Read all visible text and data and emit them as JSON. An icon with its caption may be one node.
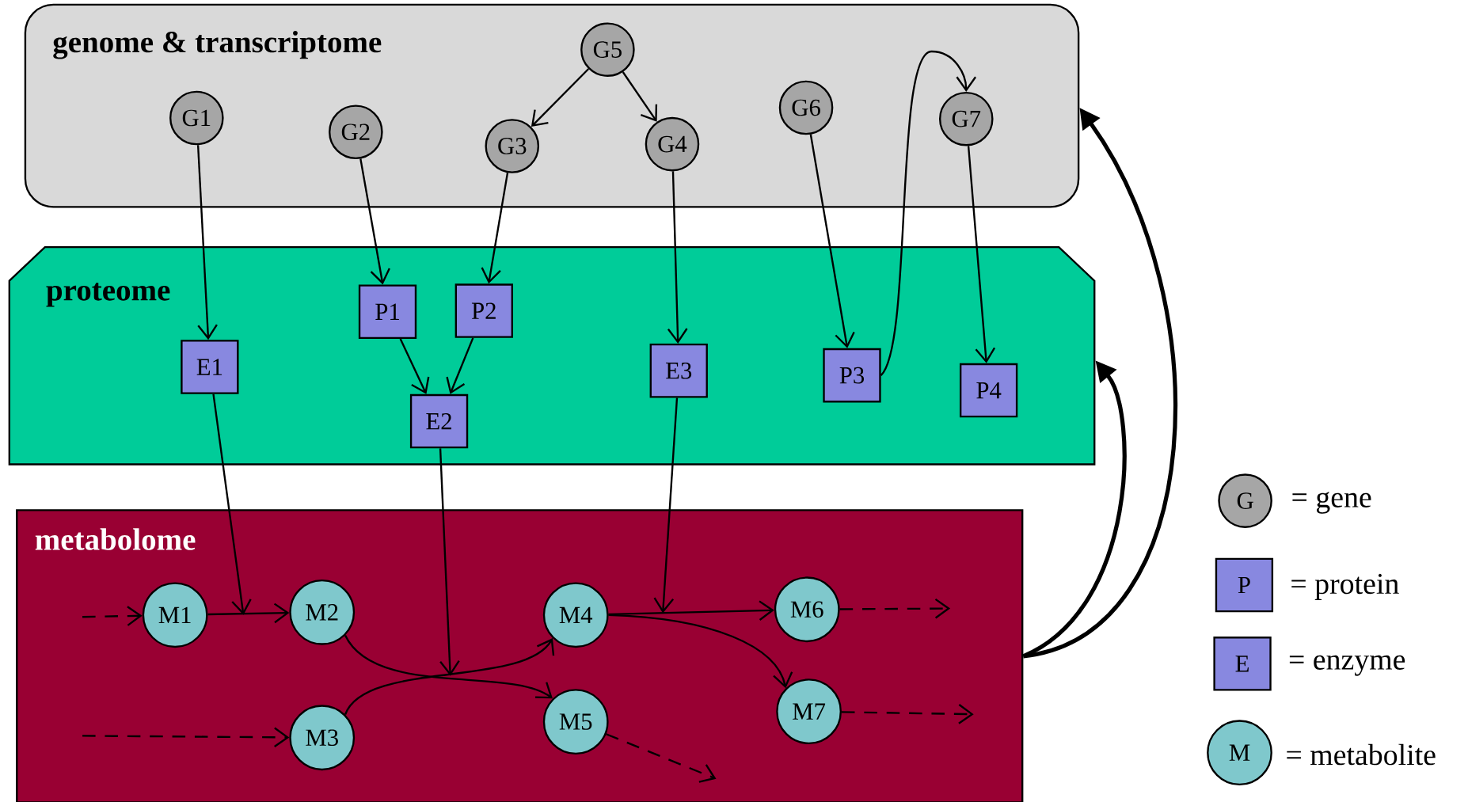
{
  "diagram": {
    "nodes": [
      {
        "text": [
          "genome & transcriptome"
        ]
      },
      {
        "text": [
          "G1"
        ],
        "in": 0
      },
      {
        "text": [
          "G2"
        ],
        "in": 0
      },
      {
        "text": [
          "G3"
        ],
        "in": 0
      },
      {
        "text": [
          "G4"
        ],
        "in": 0
      },
      {
        "text": [
          "G5"
        ],
        "in": 0
      },
      {
        "text": [
          "G6"
        ],
        "in": 0
      },
      {
        "text": [
          "G7"
        ],
        "in": 0
      },
      {
        "text": [
          "proteome"
        ]
      },
      {
        "text": [
          "P1"
        ],
        "in": 8
      },
      {
        "text": [
          "P2"
        ],
        "in": 8
      },
      {
        "text": [
          "E1"
        ],
        "in": 8
      },
      {
        "text": [
          "E2"
        ],
        "in": 8
      },
      {
        "text": [
          "E3"
        ],
        "in": 8
      },
      {
        "text": [
          "P3"
        ],
        "in": 8
      },
      {
        "text": [
          "P4"
        ],
        "in": 8
      },
      {
        "text": [
          "metabolome"
        ]
      },
      {
        "text": [
          "M1"
        ],
        "in": 16
      },
      {
        "text": [
          "M2"
        ],
        "in": 16
      },
      {
        "text": [
          "M3"
        ],
        "in": 16
      },
      {
        "text": [
          "M4"
        ],
        "in": 16
      },
      {
        "text": [
          "M5"
        ],
        "in": 16
      },
      {
        "text": [
          "M6"
        ],
        "in": 16
      },
      {
        "text": [
          "M7"
        ],
        "in": 16
      },
      {
        "text": [
          "G"
        ],
        "beside": [
          "= gene"
        ]
      },
      {
        "text": [
          "P"
        ],
        "beside": [
          "= protein"
        ]
      },
      {
        "text": [
          "E"
        ],
        "beside": [
          "= enzyme"
        ]
      },
      {
        "text": [
          "M"
        ],
        "beside": [
          "= metabolite"
        ]
      }
    ],
    "edges": [
      {
        "from": 5,
        "to": 3,
        "arrow": "to"
      },
      {
        "from": 5,
        "to": 4,
        "arrow": "to"
      },
      {
        "from": 1,
        "to": 11,
        "arrow": "to"
      },
      {
        "from": 2,
        "to": 9,
        "arrow": "to"
      },
      {
        "from": 3,
        "to": 10,
        "arrow": "to"
      },
      {
        "from": 4,
        "to": 13,
        "arrow": "to"
      },
      {
        "from": 6,
        "to": 14,
        "arrow": "to"
      },
      {
        "from": 7,
        "to": 15,
        "arrow": "to"
      },
      {
        "from": 14,
        "to": 7,
        "arrow": "to"
      },
      {
        "from": 9,
        "to": 12,
        "arrow": "to"
      },
      {
        "from": 10,
        "to": 12,
        "arrow": "to"
      },
      {
        "from": 11,
        "to": null,
        "arrow": "to"
      },
      {
        "from": 12,
        "to": null,
        "arrow": "to"
      },
      {
        "from": 13,
        "to": null,
        "arrow": "to"
      },
      {
        "from": 17,
        "to": 18,
        "arrow": "to"
      },
      {
        "from": 18,
        "to": 21,
        "arrow": "to"
      },
      {
        "from": 19,
        "to": 20,
        "arrow": "to"
      },
      {
        "from": 20,
        "to": 22,
        "arrow": "to"
      },
      {
        "from": 20,
        "to": 23,
        "arrow": "to"
      },
      {
        "from": null,
        "to": 17,
        "arrow": "to",
        "style": "dashed"
      },
      {
        "from": null,
        "to": 19,
        "arrow": "to",
        "style": "dashed"
      },
      {
        "from": 22,
        "to": null,
        "arrow": "to",
        "style": "dashed"
      },
      {
        "from": 23,
        "to": null,
        "arrow": "to",
        "style": "dashed"
      },
      {
        "from": 21,
        "to": null,
        "arrow": "to",
        "style": "dashed"
      },
      {
        "from": 16,
        "to": 0,
        "arrow": "to",
        "style": "thick"
      },
      {
        "from": 16,
        "to": 8,
        "arrow": "to",
        "style": "thick"
      }
    ]
  }
}
